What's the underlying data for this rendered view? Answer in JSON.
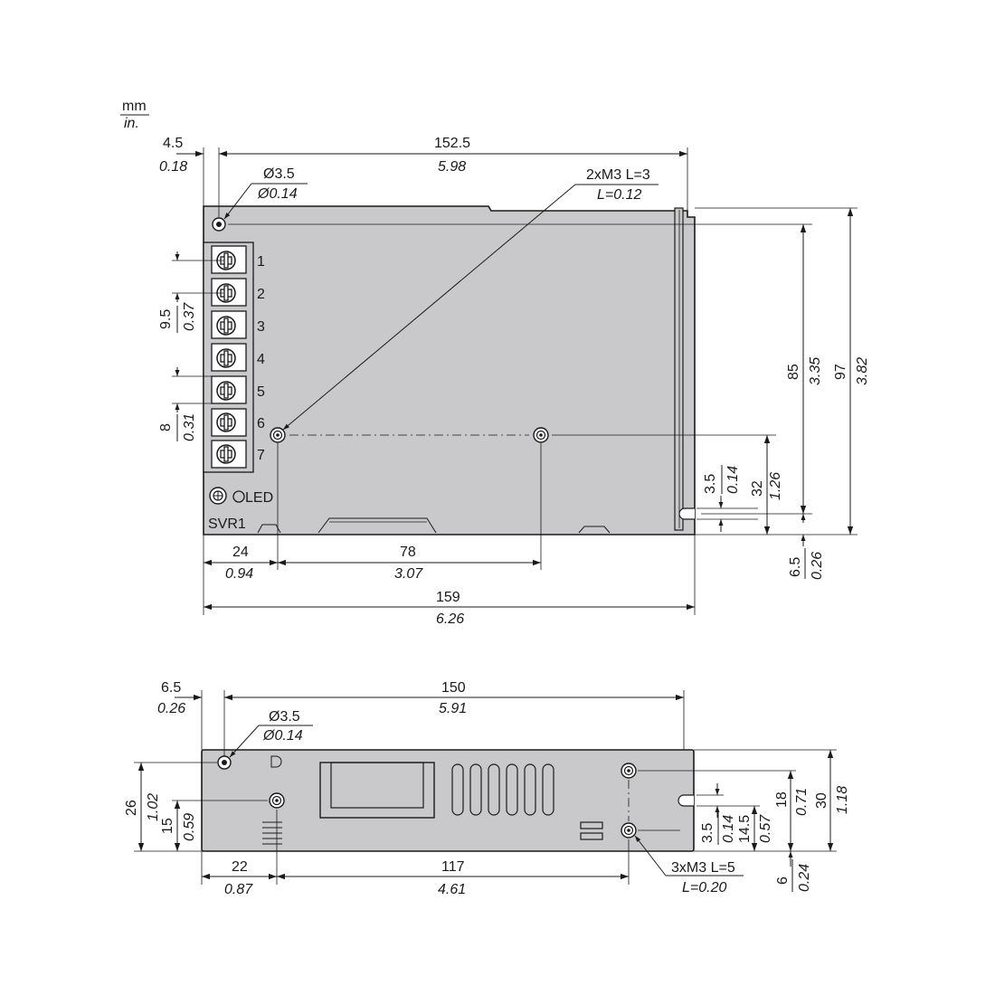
{
  "units": {
    "top": "mm",
    "bottom": "in."
  },
  "top_view": {
    "dim_left_offset": {
      "mm": "4.5",
      "in": "0.18"
    },
    "dim_hole_span_width": {
      "mm": "152.5",
      "in": "5.98"
    },
    "hole_dia": {
      "mm": "Ø3.5",
      "in": "Ø0.14"
    },
    "screw_callout": {
      "line1": "2xM3 L=3",
      "line2": "L=0.12"
    },
    "terminals": [
      "1",
      "2",
      "3",
      "4",
      "5",
      "6",
      "7"
    ],
    "led_label": "LED",
    "svr_label": "SVR1",
    "dim_pitch_a": {
      "mm": "9.5",
      "in": "0.37"
    },
    "dim_pitch_b": {
      "mm": "8",
      "in": "0.31"
    },
    "dim_hole_vertical": {
      "mm": "85",
      "in": "3.35"
    },
    "dim_height": {
      "mm": "97",
      "in": "3.82"
    },
    "dim_slot": {
      "mm": "3.5",
      "in": "0.14"
    },
    "dim_hole_low": {
      "mm": "32",
      "in": "1.26"
    },
    "dim_bottom_offset": {
      "mm": "6.5",
      "in": "0.26"
    },
    "dim_left_to_hole": {
      "mm": "24",
      "in": "0.94"
    },
    "dim_hole_spacing": {
      "mm": "78",
      "in": "3.07"
    },
    "dim_total_width": {
      "mm": "159",
      "in": "6.26"
    }
  },
  "side_view": {
    "dim_left_offset": {
      "mm": "6.5",
      "in": "0.26"
    },
    "dim_hole_span_width": {
      "mm": "150",
      "in": "5.91"
    },
    "hole_dia": {
      "mm": "Ø3.5",
      "in": "Ø0.14"
    },
    "dim_upper_hole": {
      "mm": "26",
      "in": "1.02"
    },
    "dim_lower_hole": {
      "mm": "15",
      "in": "0.59"
    },
    "dim_right_hole_upper": {
      "mm": "18",
      "in": "0.71"
    },
    "dim_height": {
      "mm": "30",
      "in": "1.18"
    },
    "dim_slot": {
      "mm": "3.5",
      "in": "0.14"
    },
    "dim_right_hole_lower": {
      "mm": "14.5",
      "in": "0.57"
    },
    "dim_bottom_offset": {
      "mm": "6",
      "in": "0.24"
    },
    "dim_left_to_hole": {
      "mm": "22",
      "in": "0.87"
    },
    "dim_hole_spacing": {
      "mm": "117",
      "in": "4.61"
    },
    "screw_callout": {
      "line1": "3xM3 L=5",
      "line2": "L=0.20"
    }
  }
}
